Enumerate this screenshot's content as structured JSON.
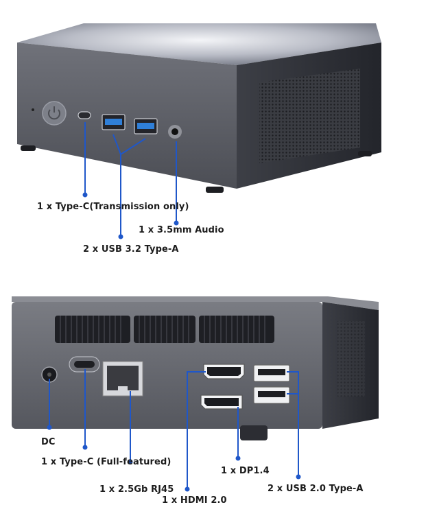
{
  "colors": {
    "callout_line": "#1f57c9",
    "case_top_light": "#e6e8ee",
    "case_front": "#5f6169",
    "case_side": "#2d2f36",
    "port_blue": "#2f7fd8"
  },
  "front_panel": {
    "labels": {
      "type_c_transmission": "1 x Type-C(Transmission only)",
      "audio": "1 x 3.5mm Audio",
      "usb32": "2 x USB 3.2  Type-A"
    }
  },
  "rear_panel": {
    "labels": {
      "dc": "DC",
      "type_c_full": "1 x Type-C (Full-featured)",
      "rj45": "1 x 2.5Gb RJ45",
      "hdmi": "1 x HDMI 2.0",
      "dp": "1 x DP1.4",
      "usb20": "2 x USB 2.0 Type-A"
    }
  },
  "icons": [
    "power-button-icon",
    "usb-c-port-icon",
    "usb-a-port-icon",
    "audio-jack-icon",
    "rj45-port-icon",
    "hdmi-port-icon",
    "displayport-icon",
    "dc-jack-icon"
  ]
}
